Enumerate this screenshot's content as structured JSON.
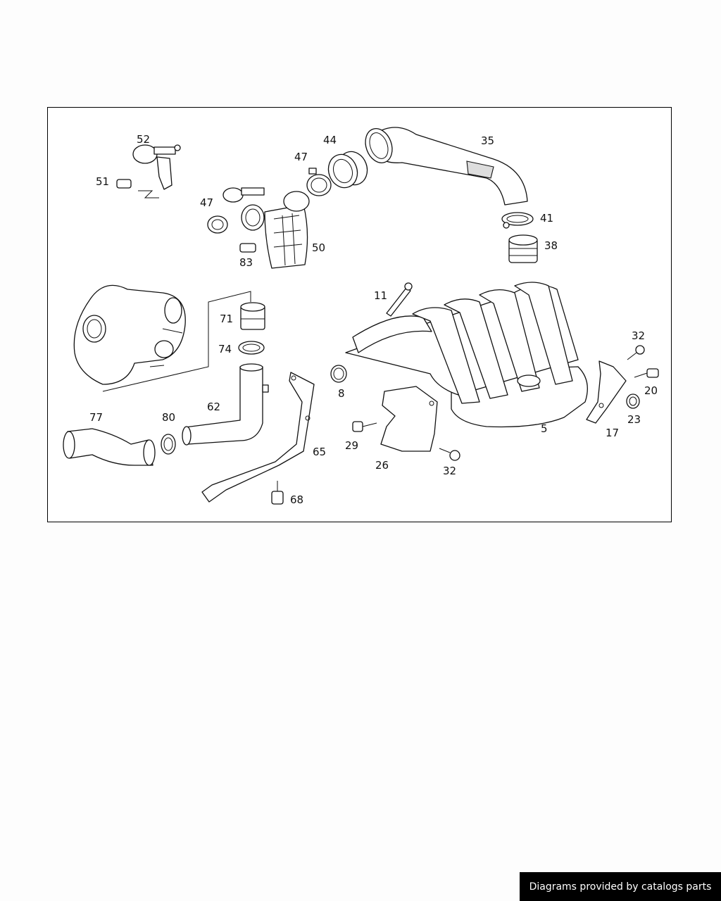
{
  "callouts": {
    "c52": "52",
    "c51": "51",
    "c47a": "47",
    "c44": "44",
    "c35": "35",
    "c47b": "47",
    "c41": "41",
    "c50": "50",
    "c38": "38",
    "c83": "83",
    "c11": "11",
    "c71": "71",
    "c74": "74",
    "c32a": "32",
    "c20": "20",
    "c8": "8",
    "c62": "62",
    "c23": "23",
    "c77": "77",
    "c80": "80",
    "c5": "5",
    "c17": "17",
    "c29": "29",
    "c65": "65",
    "c26": "26",
    "c32b": "32",
    "c68": "68"
  },
  "footer": {
    "text": "Diagrams provided by catalogs parts"
  }
}
